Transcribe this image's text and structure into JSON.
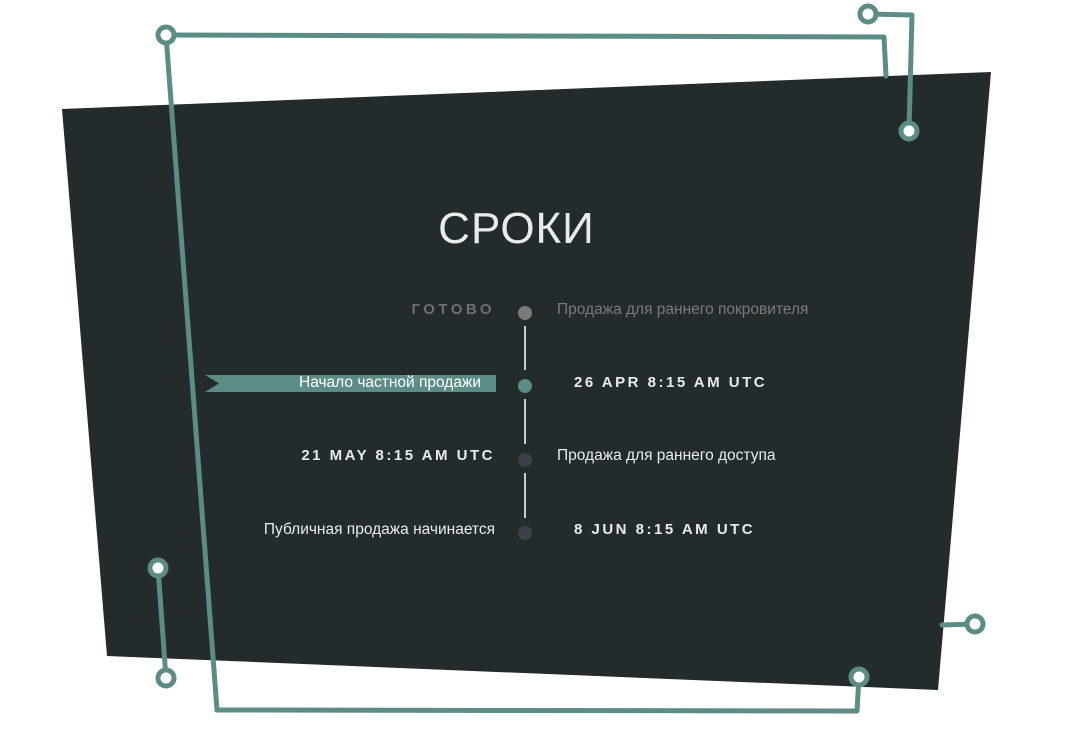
{
  "colors": {
    "panel": "#232b2c",
    "accent": "#5b8c86",
    "timeline_line": "#c9cccc",
    "dot_done": "#7a7a7a",
    "dot_active": "#5b8c86",
    "dot_upcoming": "#3b4049"
  },
  "title": "СРОКИ",
  "timeline": {
    "items": [
      {
        "left": "ГОТОВО",
        "right": "Продажа для раннего покровителя",
        "state": "done"
      },
      {
        "left": "Начало частной продажи",
        "right": "26 APR 8:15 AM UTC",
        "state": "active"
      },
      {
        "left": "21 MAY 8:15 AM UTC",
        "right": "Продажа для раннего доступа",
        "state": "upcoming"
      },
      {
        "left": "Публичная продажа начинается",
        "right": "8 JUN 8:15 AM UTC",
        "state": "upcoming"
      }
    ]
  }
}
